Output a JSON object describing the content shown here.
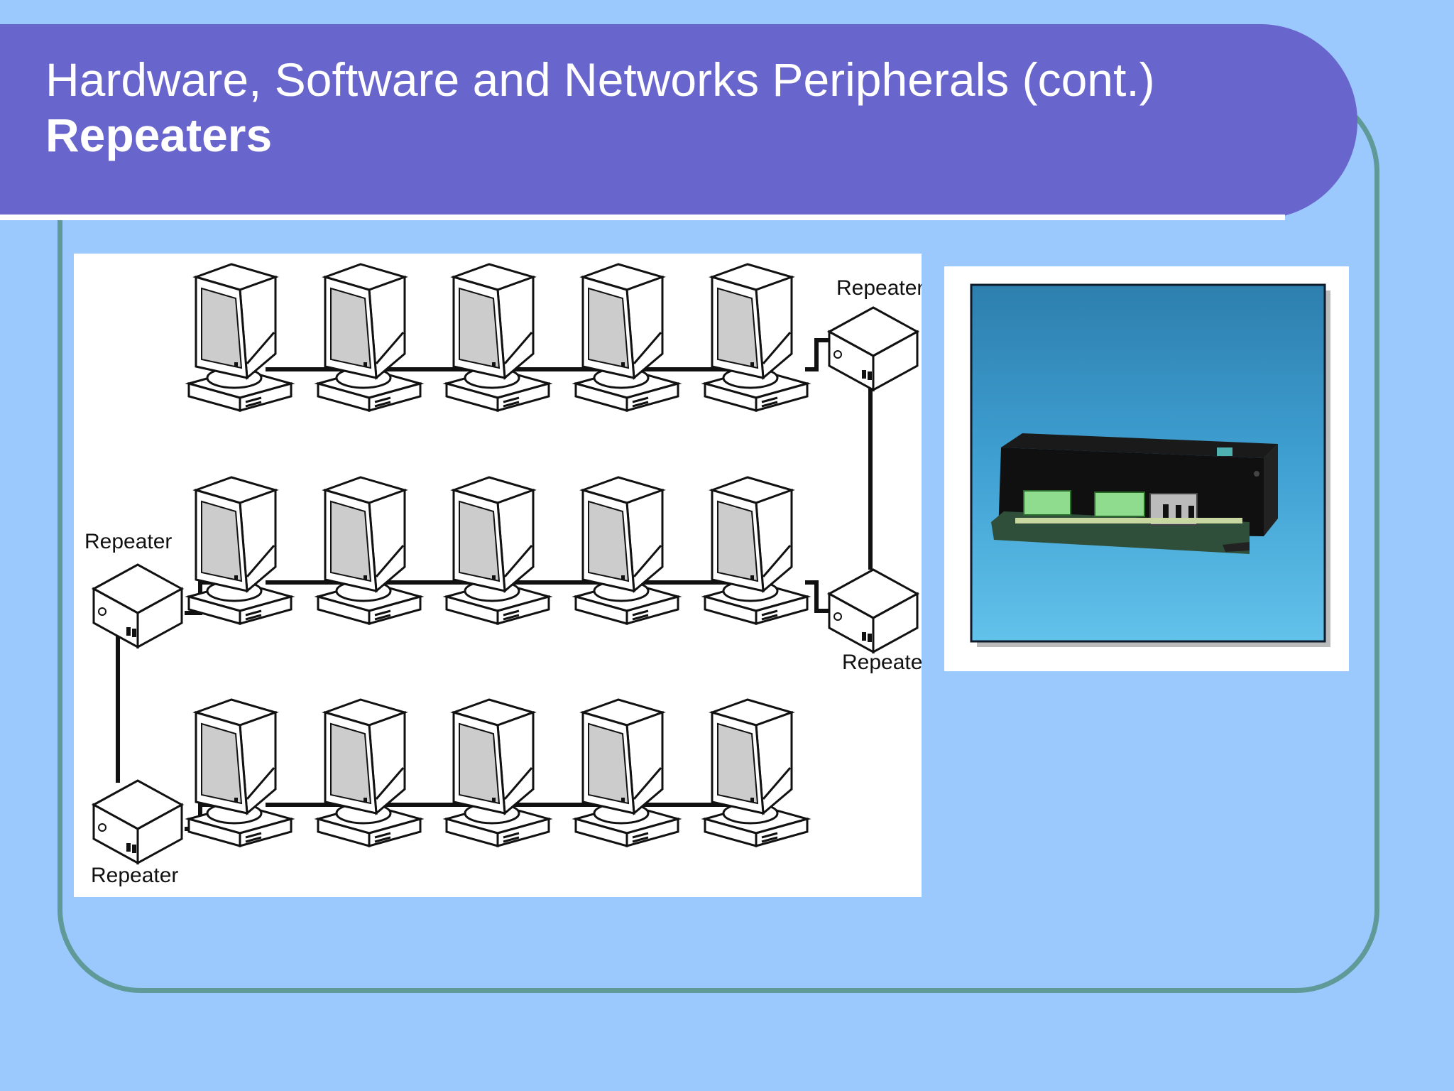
{
  "slide": {
    "title": "Hardware, Software and Networks Peripherals (cont.)",
    "subtitle": "Repeaters"
  },
  "diagram": {
    "repeater_label": "Repeater",
    "rows": 3,
    "computers_per_row": 5
  },
  "colors": {
    "background": "#9cc9fd",
    "title_bar": "#6866cc",
    "frame_border": "#5f9a98",
    "photo_background": "#3f9fd0"
  }
}
